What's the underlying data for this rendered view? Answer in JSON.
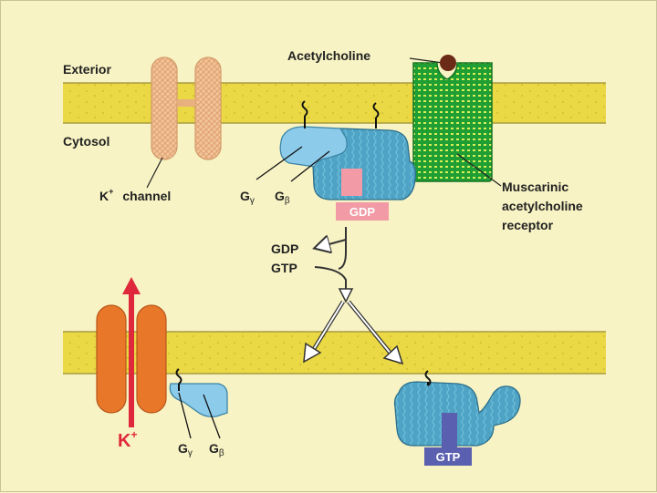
{
  "labels": {
    "exterior": "Exterior",
    "cytosol": "Cytosol",
    "acetylcholine": "Acetylcholine",
    "k_ion": "K",
    "k_ion_sup": "+",
    "channel": "channel",
    "g_gamma": "G",
    "g_gamma_sub": "γ",
    "g_beta": "G",
    "g_beta_sub": "β",
    "gdp_pill": "GDP",
    "gtp_pill": "GTP",
    "receptor_line1": "Muscarinic",
    "receptor_line2": "acetylcholine",
    "receptor_line3": "receptor",
    "gdp_out": "GDP",
    "gtp_in": "GTP",
    "k_efflux": "K",
    "k_efflux_sup": "+",
    "g_gamma_2": "G",
    "g_gamma_2_sub": "γ",
    "g_beta_2": "G",
    "g_beta_2_sub": "β"
  },
  "colors": {
    "background": "#f7f3c4",
    "membrane": "#ead844",
    "membrane_edge": "#a89c40",
    "channel_closed": "#f2c49a",
    "channel_open": "#e8772a",
    "receptor": "#1f9e33",
    "receptor_dots": "#d8ef5a",
    "g_alpha": "#4fa3c4",
    "g_beta_gamma": "#8ccbea",
    "gdp": "#f29aa6",
    "gtp": "#5a5fb0",
    "acetylcholine": "#6b2a16",
    "k_arrow": "#e0283c"
  }
}
